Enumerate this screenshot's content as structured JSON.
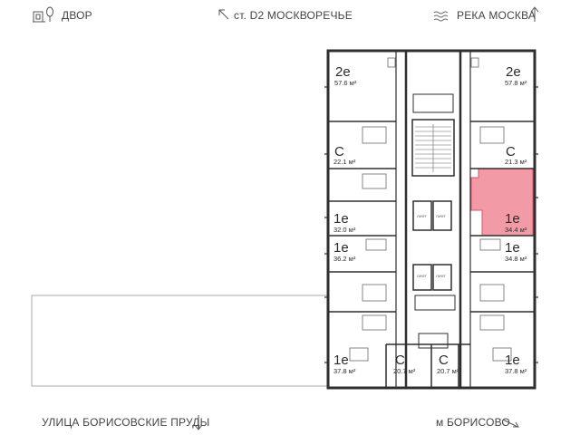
{
  "header": {
    "yard_label": "ДВОР",
    "station_label": "ст. D2 МОСКВОРЕЧЬЕ",
    "river_label": "РЕКА МОСКВА"
  },
  "footer": {
    "street_label": "УЛИЦА БОРИСОВСКИЕ ПРУДЫ",
    "metro_label": "м БОРИСОВО"
  },
  "units": [
    {
      "type": "2е",
      "area": "57.6 м²"
    },
    {
      "type": "2е",
      "area": "57.8 м²"
    },
    {
      "type": "С",
      "area": "22.1 м²"
    },
    {
      "type": "С",
      "area": "21.3 м²"
    },
    {
      "type": "1е",
      "area": "32.0 м²"
    },
    {
      "type": "1е",
      "area": "34.4 м²",
      "highlighted": true
    },
    {
      "type": "1е",
      "area": "36.2 м²"
    },
    {
      "type": "1е",
      "area": "34.8 м²"
    },
    {
      "type": "1е",
      "area": "37.8 м²"
    },
    {
      "type": "С",
      "area": "20.7 м²"
    },
    {
      "type": "С",
      "area": "20.7 м²"
    },
    {
      "type": "1е",
      "area": "37.8 м²"
    }
  ],
  "lift_labels": [
    "ЛИФТ",
    "ЛИФТ",
    "ЛИФТ",
    "ЛИФТ"
  ],
  "colors": {
    "highlight": "#f29aa6",
    "highlight_stroke": "#d8546a",
    "wall": "#2e2e2e",
    "thin_line": "#9a9a9a"
  },
  "icons": {
    "yard": "playground-icon",
    "station": "arrow-up-left-icon",
    "river": "waves-icon",
    "river_arrow": "arrow-up-icon",
    "street_arrow": "arrow-down-icon",
    "metro_arrow": "arrow-right-icon"
  }
}
